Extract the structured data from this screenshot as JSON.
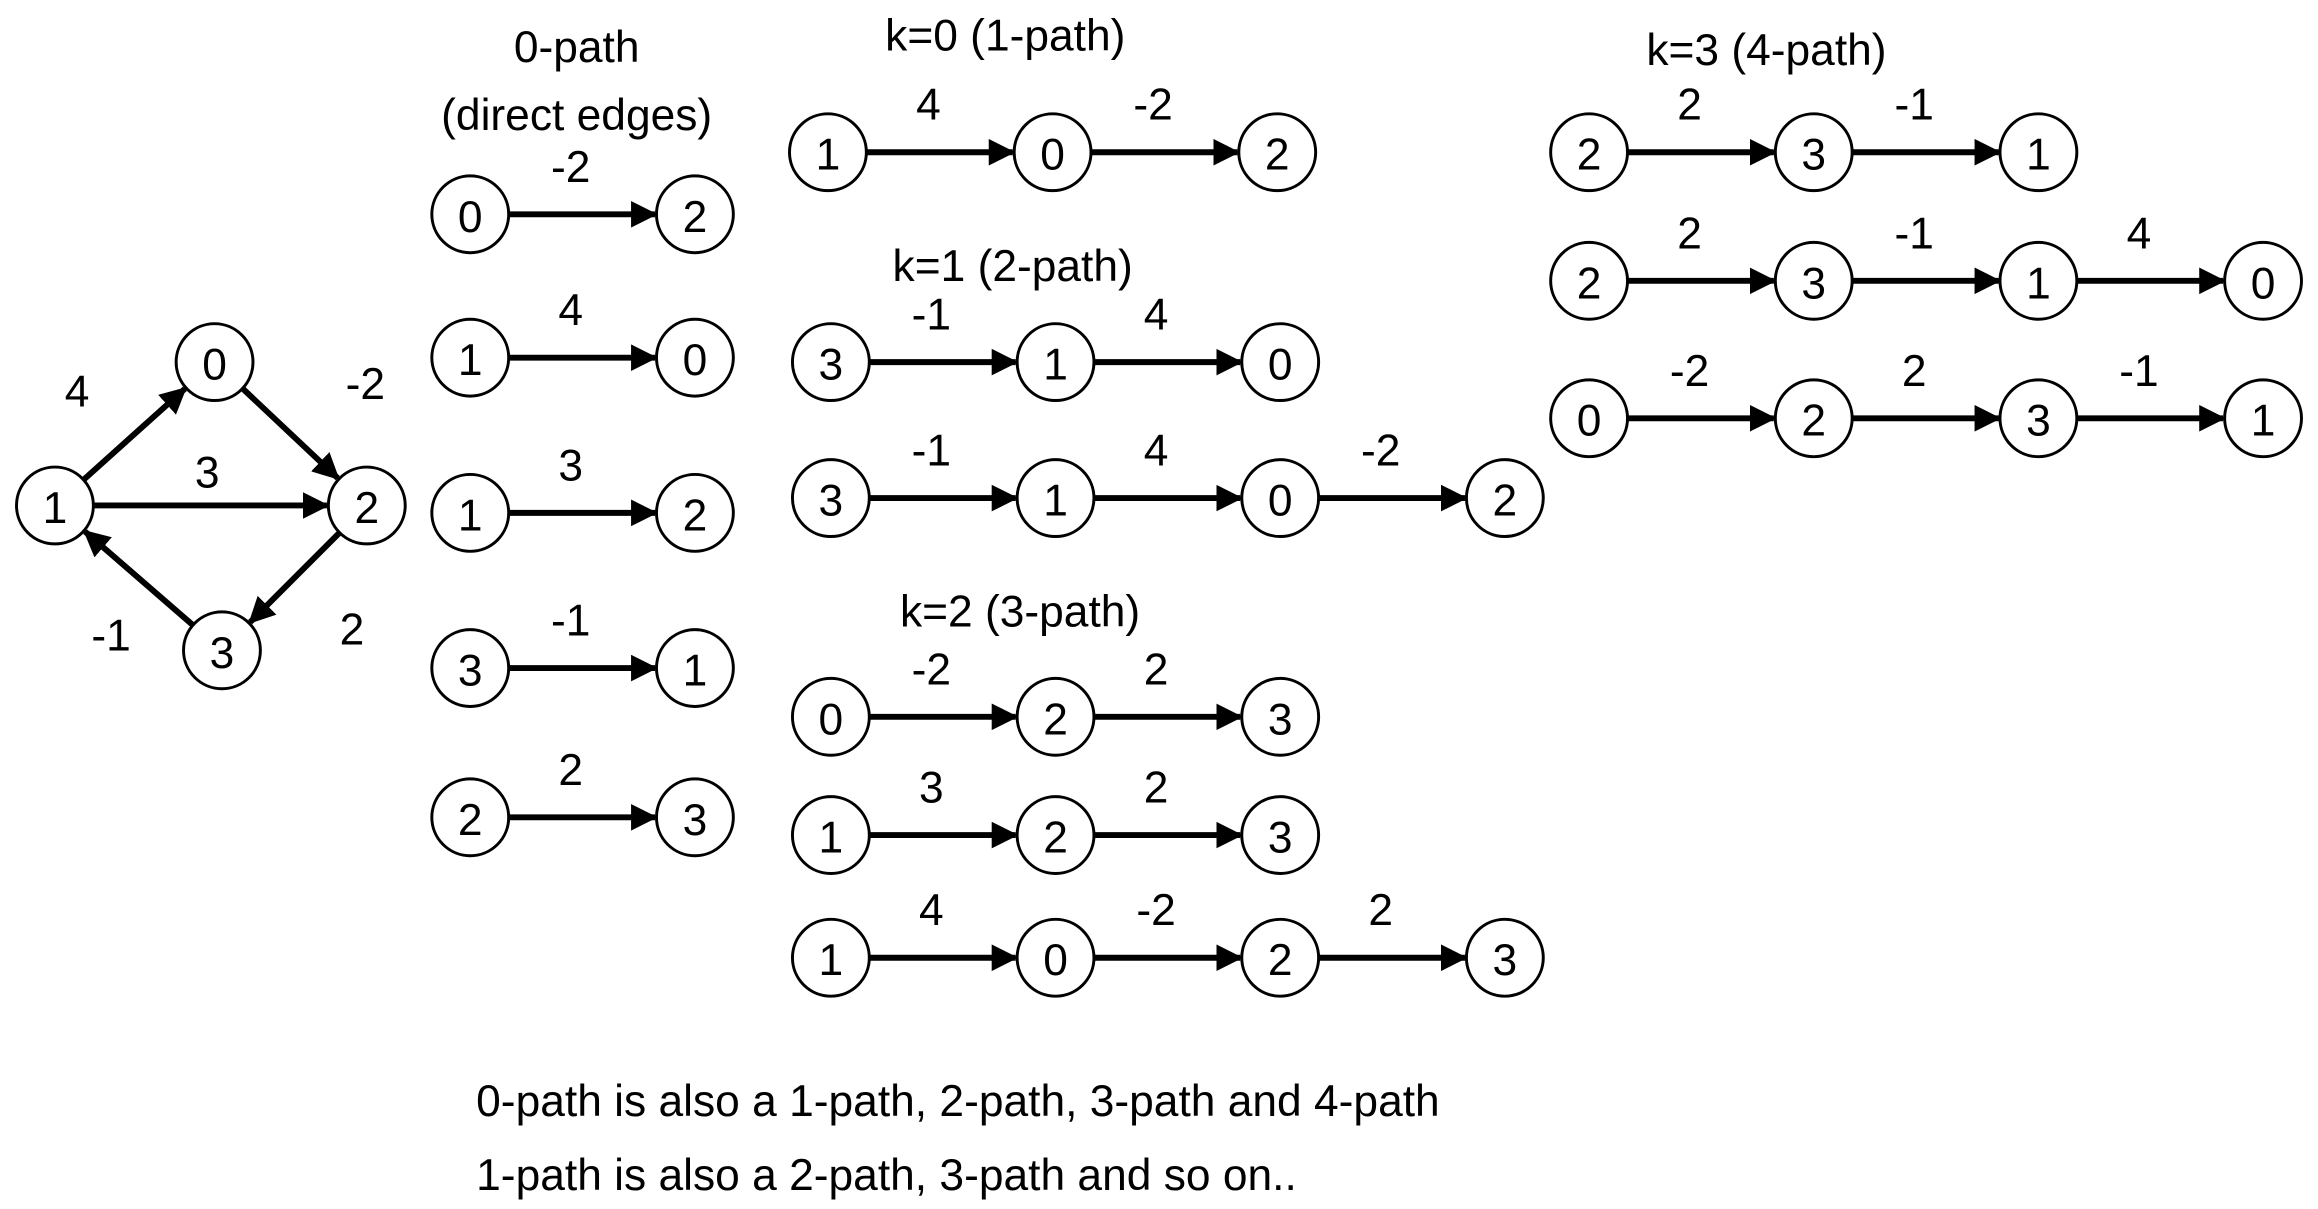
{
  "graph": {
    "nodes": [
      "0",
      "1",
      "2",
      "3"
    ],
    "edges": [
      {
        "from": "1",
        "to": "0",
        "weight": "4"
      },
      {
        "from": "0",
        "to": "2",
        "weight": "-2"
      },
      {
        "from": "1",
        "to": "2",
        "weight": "3"
      },
      {
        "from": "3",
        "to": "1",
        "weight": "-1"
      },
      {
        "from": "2",
        "to": "3",
        "weight": "2"
      }
    ]
  },
  "groups": [
    {
      "title": [
        "0-path",
        "(direct edges)"
      ],
      "paths": [
        {
          "nodes": [
            "0",
            "2"
          ],
          "weights": [
            "-2"
          ]
        },
        {
          "nodes": [
            "1",
            "0"
          ],
          "weights": [
            "4"
          ]
        },
        {
          "nodes": [
            "1",
            "2"
          ],
          "weights": [
            "3"
          ]
        },
        {
          "nodes": [
            "3",
            "1"
          ],
          "weights": [
            "-1"
          ]
        },
        {
          "nodes": [
            "2",
            "3"
          ],
          "weights": [
            "2"
          ]
        }
      ]
    },
    {
      "title": [
        "k=0 (1-path)"
      ],
      "paths": [
        {
          "nodes": [
            "1",
            "0",
            "2"
          ],
          "weights": [
            "4",
            "-2"
          ]
        }
      ]
    },
    {
      "title": [
        "k=1 (2-path)"
      ],
      "paths": [
        {
          "nodes": [
            "3",
            "1",
            "0"
          ],
          "weights": [
            "-1",
            "4"
          ]
        },
        {
          "nodes": [
            "3",
            "1",
            "0",
            "2"
          ],
          "weights": [
            "-1",
            "4",
            "-2"
          ]
        }
      ]
    },
    {
      "title": [
        "k=2 (3-path)"
      ],
      "paths": [
        {
          "nodes": [
            "0",
            "2",
            "3"
          ],
          "weights": [
            "-2",
            "2"
          ]
        },
        {
          "nodes": [
            "1",
            "2",
            "3"
          ],
          "weights": [
            "3",
            "2"
          ]
        },
        {
          "nodes": [
            "1",
            "0",
            "2",
            "3"
          ],
          "weights": [
            "4",
            "-2",
            "2"
          ]
        }
      ]
    },
    {
      "title": [
        "k=3 (4-path)"
      ],
      "paths": [
        {
          "nodes": [
            "2",
            "3",
            "1"
          ],
          "weights": [
            "2",
            "-1"
          ]
        },
        {
          "nodes": [
            "2",
            "3",
            "1",
            "0"
          ],
          "weights": [
            "2",
            "-1",
            "4"
          ]
        },
        {
          "nodes": [
            "0",
            "2",
            "3",
            "1"
          ],
          "weights": [
            "-2",
            "2",
            "-1"
          ]
        }
      ]
    }
  ],
  "footer": [
    "0-path is also a 1-path, 2-path, 3-path and 4-path",
    "1-path is also a 2-path, 3-path and so on.."
  ]
}
